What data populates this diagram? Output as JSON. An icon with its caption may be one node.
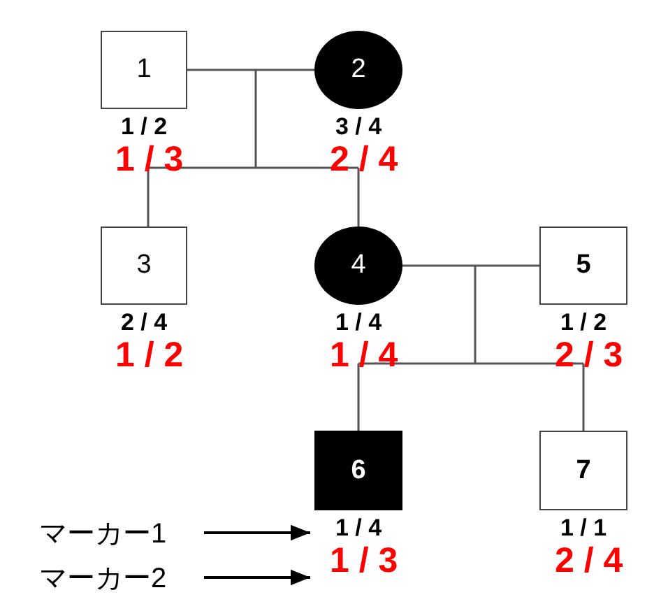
{
  "diagram": {
    "nodes": [
      {
        "text": [
          "1"
        ],
        "beside": [
          "1 / 2",
          "1 / 3"
        ]
      },
      {
        "text": [
          "2"
        ],
        "beside": [
          "3 / 4",
          "2 / 4"
        ]
      },
      {
        "text": [
          "3"
        ],
        "beside": [
          "2 / 4",
          "1 / 2"
        ]
      },
      {
        "text": [
          "4"
        ],
        "beside": [
          "1 / 4",
          "1 / 4"
        ]
      },
      {
        "text": [
          "5"
        ],
        "beside": [
          "1 / 2",
          "2 / 3"
        ]
      },
      {
        "text": [
          "6"
        ],
        "beside": [
          "1 / 4",
          "1 / 3"
        ]
      },
      {
        "text": [
          "7"
        ],
        "beside": [
          "1 / 1",
          "2 / 4"
        ]
      },
      {
        "text": [
          "マーカー1"
        ]
      },
      {
        "text": [
          "マーカー2"
        ]
      }
    ],
    "edges": [
      {
        "from": 0,
        "to": 1,
        "arrow": "none"
      },
      {
        "from": 0,
        "to": 2,
        "arrow": "none"
      },
      {
        "from": 1,
        "to": 2,
        "arrow": "none"
      },
      {
        "from": 0,
        "to": 3,
        "arrow": "none"
      },
      {
        "from": 1,
        "to": 3,
        "arrow": "none"
      },
      {
        "from": 3,
        "to": 4,
        "arrow": "none"
      },
      {
        "from": 3,
        "to": 5,
        "arrow": "none"
      },
      {
        "from": 4,
        "to": 5,
        "arrow": "none"
      },
      {
        "from": 3,
        "to": 6,
        "arrow": "none"
      },
      {
        "from": 4,
        "to": 6,
        "arrow": "none"
      },
      {
        "from": 7,
        "to": 5,
        "arrow": "to"
      },
      {
        "from": 8,
        "to": 5,
        "arrow": "to"
      }
    ]
  }
}
